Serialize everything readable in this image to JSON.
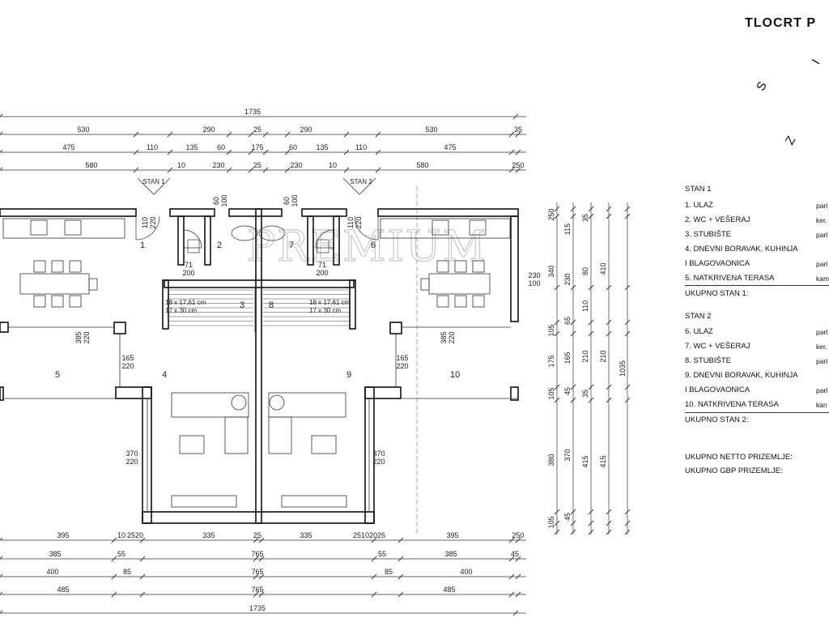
{
  "title": "TLOCRT P",
  "compass": {
    "s": "S",
    "j": "I",
    "z": "Z"
  },
  "watermark": "PREMIUM",
  "stairs": {
    "stair1": "STAN 1",
    "stair2": "STAN 2"
  },
  "stair_specs": [
    {
      "line1": "18 x 17,61 cm",
      "line2": "17 x 30 cm"
    },
    {
      "line1": "18 x 17,61 cm",
      "line2": "17 x 30 cm"
    }
  ],
  "rooms": [
    "1",
    "2",
    "3",
    "4",
    "5",
    "6",
    "7",
    "8",
    "9",
    "10"
  ],
  "dims_top": {
    "overall": "1735",
    "row1": [
      "530",
      "290",
      "25",
      "290",
      "530",
      "35"
    ],
    "row2": [
      "475",
      "110",
      "135",
      "60",
      "175",
      "60",
      "135",
      "110",
      "475"
    ],
    "row3": [
      "580",
      "10",
      "230",
      "25",
      "230",
      "10",
      "580",
      "250"
    ]
  },
  "dims_bottom": {
    "row1": [
      "395",
      "10",
      "25",
      "20",
      "335",
      "25",
      "335",
      "25",
      "10",
      "20",
      "25",
      "395",
      "250"
    ],
    "row2": [
      "385",
      "55",
      "765",
      "55",
      "385",
      "45"
    ],
    "row3": [
      "400",
      "85",
      "765",
      "85",
      "400"
    ],
    "row4": [
      "485",
      "765",
      "485"
    ],
    "overall": "1735"
  },
  "dims_right": {
    "col1": [
      "250",
      "340",
      "105",
      "175",
      "105",
      "380",
      "105"
    ],
    "col2": [
      "115",
      "230",
      "65",
      "165",
      "45",
      "370",
      "45"
    ],
    "col3": [
      "35",
      "80",
      "110",
      "210",
      "35",
      "415"
    ],
    "col4": [
      "410",
      "210",
      "415"
    ],
    "overall": "1035"
  },
  "openings": [
    {
      "a": "110",
      "b": "220"
    },
    {
      "a": "71",
      "b": "200"
    },
    {
      "a": "60",
      "b": "100"
    },
    {
      "a": "60",
      "b": "100"
    },
    {
      "a": "110",
      "b": "220"
    },
    {
      "a": "71",
      "b": "200"
    },
    {
      "a": "230",
      "b": "100"
    },
    {
      "a": "385",
      "b": "220"
    },
    {
      "a": "165",
      "b": "220"
    },
    {
      "a": "385",
      "b": "220"
    },
    {
      "a": "165",
      "b": "220"
    },
    {
      "a": "370",
      "b": "220"
    },
    {
      "a": "370",
      "b": "220"
    }
  ],
  "legend": {
    "stan1_title": "STAN 1",
    "stan1_items": [
      {
        "label": "1. ULAZ",
        "val": "parl"
      },
      {
        "label": "2. WC + VEŠERAJ",
        "val": "ker."
      },
      {
        "label": "3. STUBIŠTE",
        "val": "parl"
      },
      {
        "label": "4. DNEVNI BORAVAK, KUHINJA",
        "val": ""
      },
      {
        "label": "I BLAGOVAONICA",
        "val": "parl"
      },
      {
        "label": "5. NATKRIVENA TERASA",
        "val": "kam"
      }
    ],
    "stan1_total": "UKUPNO STAN 1:",
    "stan2_title": "STAN 2",
    "stan2_items": [
      {
        "label": "6. ULAZ",
        "val": "parl"
      },
      {
        "label": "7. WC + VEŠERAJ",
        "val": "ker."
      },
      {
        "label": "8. STUBIŠTE",
        "val": "parl"
      },
      {
        "label": "9. DNEVNI BORAVAK, KUHINJA",
        "val": ""
      },
      {
        "label": "I BLAGOVAONICA",
        "val": "parl"
      },
      {
        "label": "10. NATKRIVENA TERASA",
        "val": "kan"
      }
    ],
    "stan2_total": "UKUPNO STAN 2:",
    "netto": "UKUPNO NETTO PRIZEMLJE:",
    "gbp": "UKUPNO GBP PRIZEMLJE:"
  }
}
